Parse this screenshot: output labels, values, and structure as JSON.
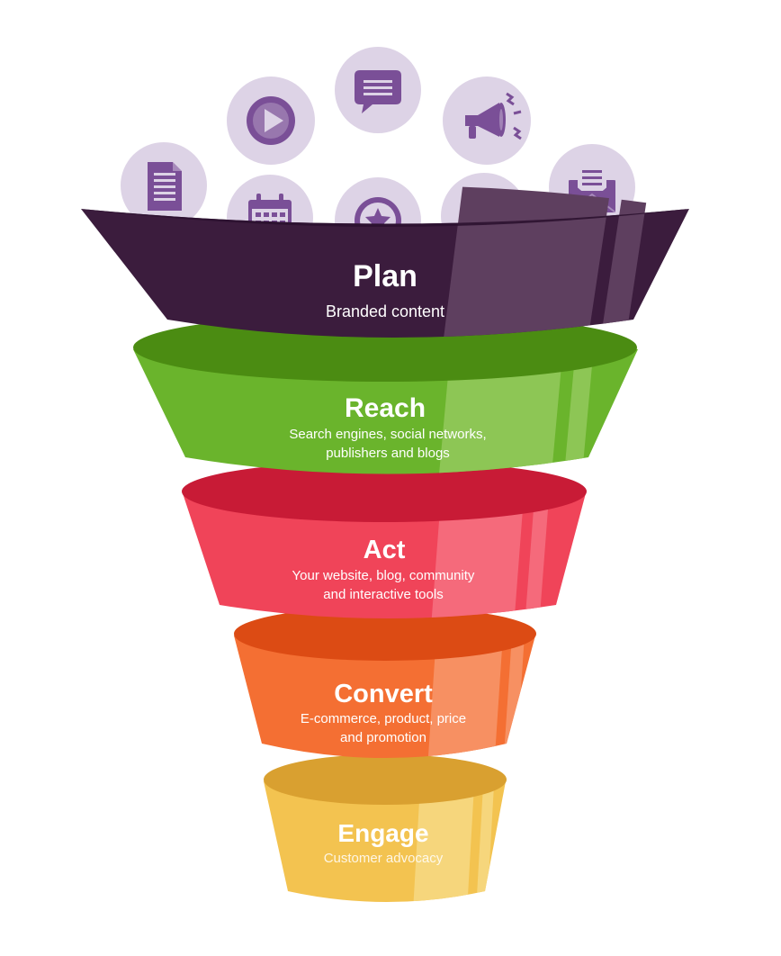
{
  "colors": {
    "plan_body": "#3b1c3d",
    "plan_rim": "#2c1230",
    "plan_sheen": "#5e3f5f",
    "reach_body": "#6ab42c",
    "reach_rim": "#4b8c12",
    "reach_sheen": "#8dc655",
    "act_body": "#f04459",
    "act_rim": "#c81b36",
    "act_sheen": "#f56a7b",
    "convert_body": "#f46f33",
    "convert_rim": "#dc4b14",
    "convert_sheen": "#f79062",
    "engage_body": "#f3c350",
    "engage_rim": "#d9a030",
    "engage_sheen": "#f6d67c",
    "icon_bubble": "#ddd3e6",
    "icon_color": "#7a4f97"
  },
  "stages": [
    {
      "title": "Plan",
      "lines": [
        "Branded content"
      ]
    },
    {
      "title": "Reach",
      "lines": [
        "Search engines, social networks,",
        "publishers and blogs"
      ]
    },
    {
      "title": "Act",
      "lines": [
        "Your website, blog, community",
        "and interactive tools"
      ]
    },
    {
      "title": "Convert",
      "lines": [
        "E-commerce, product, price",
        "and promotion"
      ]
    },
    {
      "title": "Engage",
      "lines": [
        "Customer advocacy"
      ]
    }
  ],
  "icons": [
    "document-icon",
    "calendar-icon",
    "play-icon",
    "star-badge-icon",
    "chat-bubble-icon",
    "notebook-icon",
    "megaphone-icon",
    "envelope-icon"
  ]
}
